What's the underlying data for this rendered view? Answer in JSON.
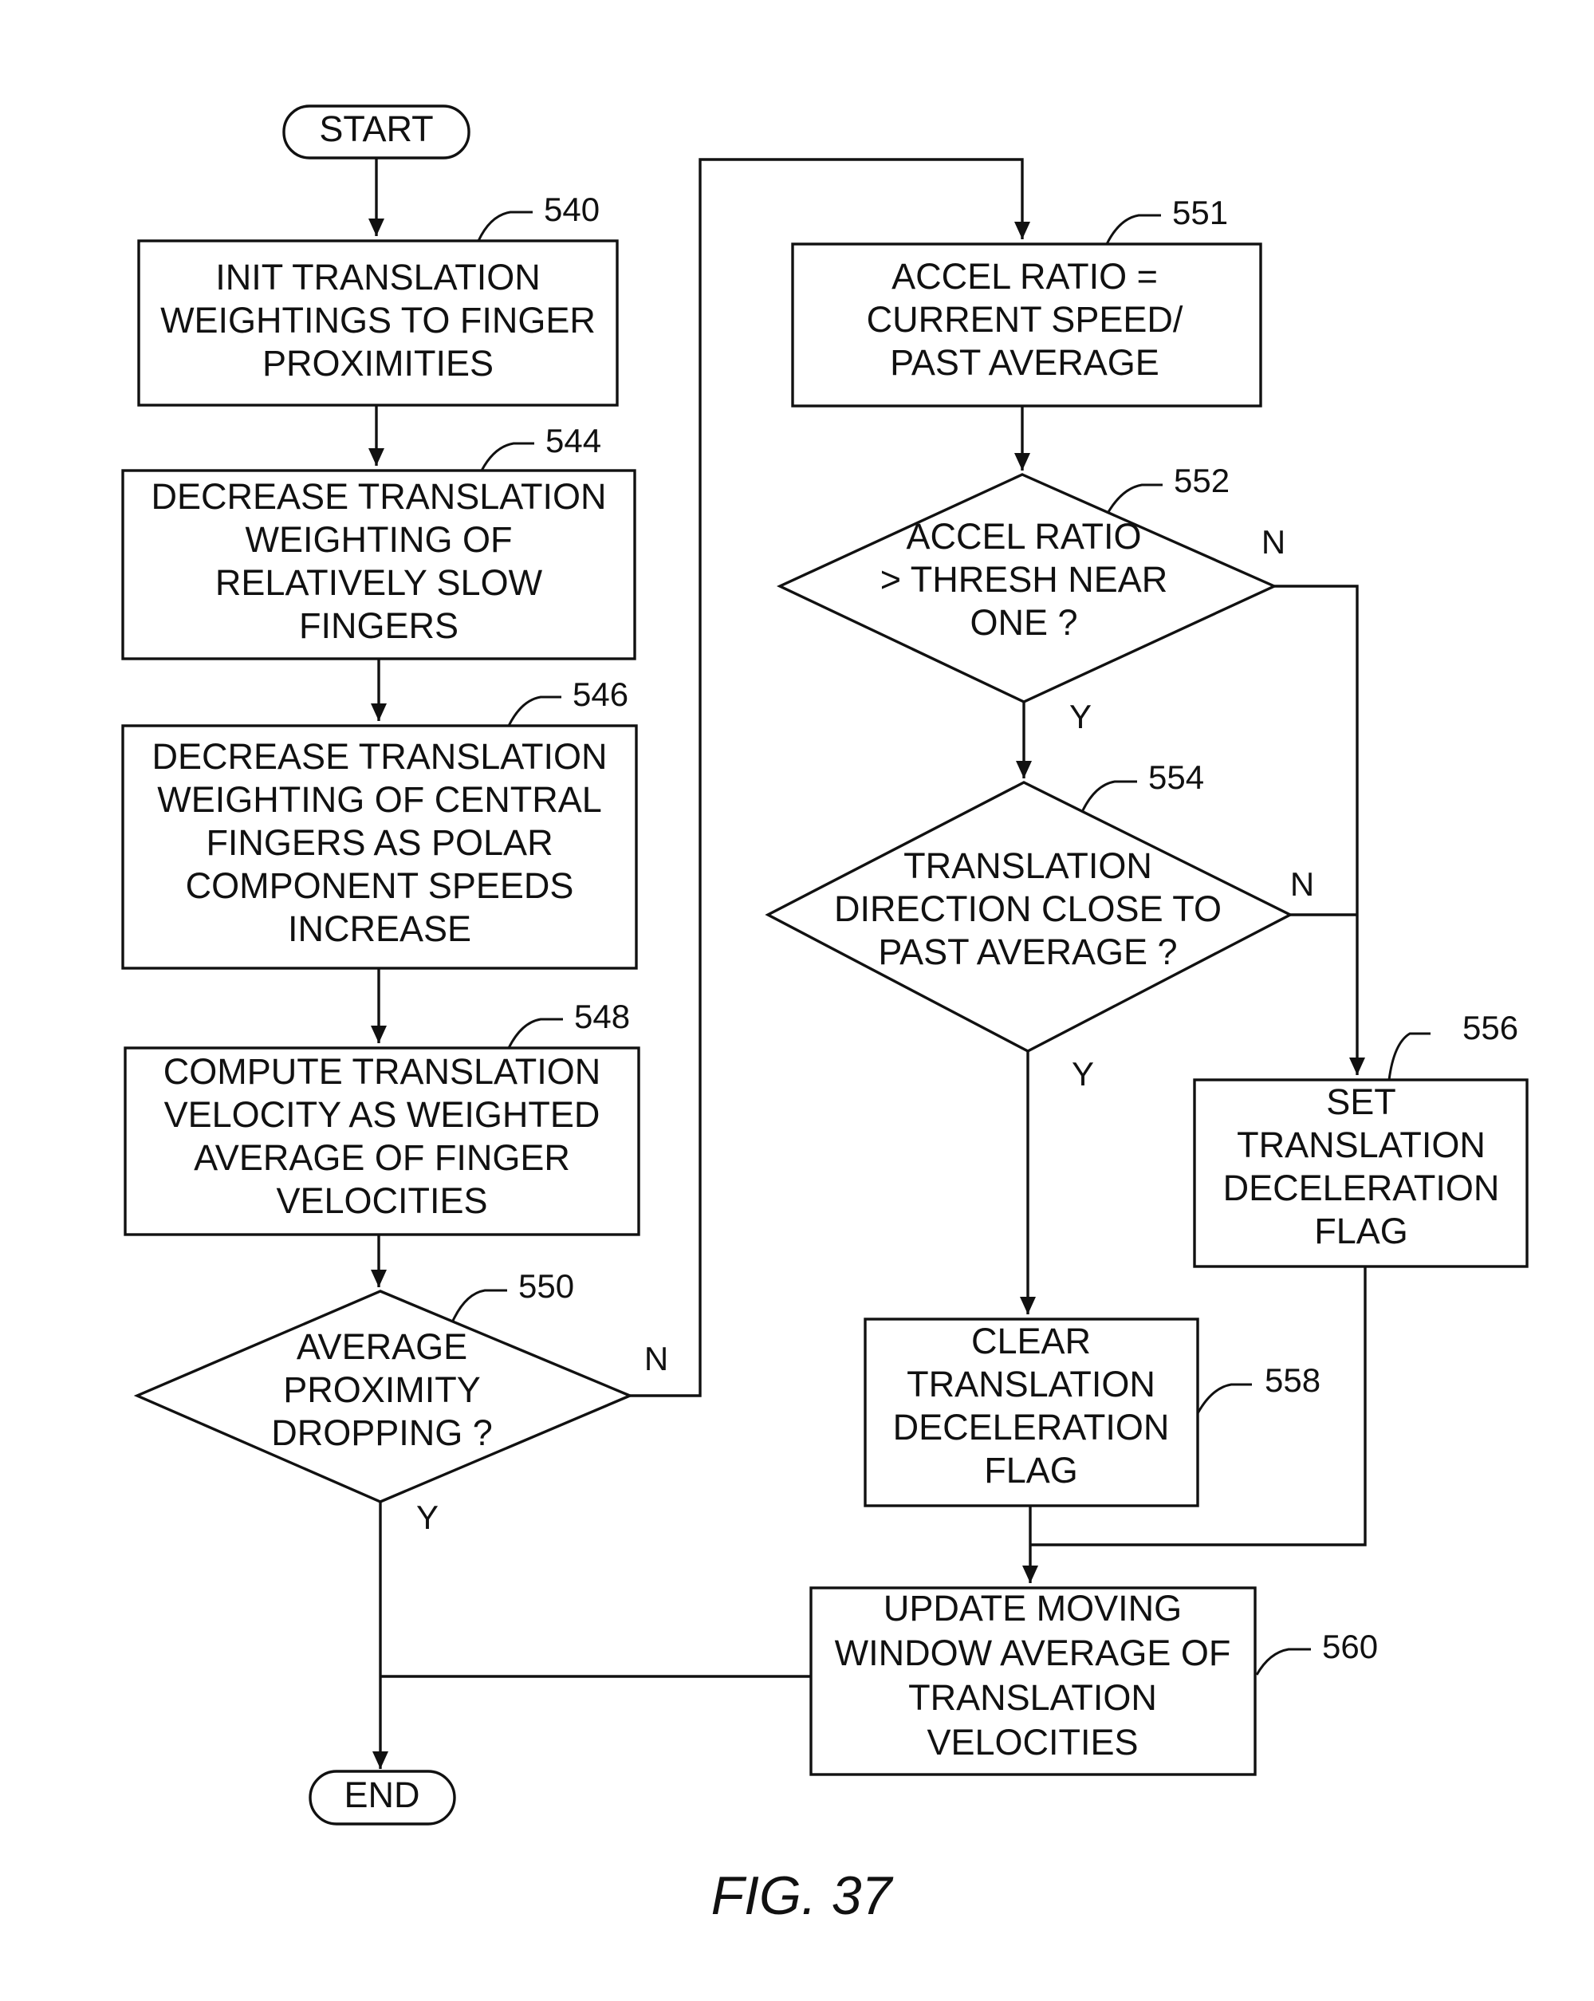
{
  "figure": {
    "caption": "FIG. 37"
  },
  "start": "START",
  "end": "END",
  "steps": {
    "s540": {
      "ref": "540",
      "lines": [
        "INIT TRANSLATION",
        "WEIGHTINGS TO FINGER",
        "PROXIMITIES"
      ]
    },
    "s544": {
      "ref": "544",
      "lines": [
        "DECREASE TRANSLATION",
        "WEIGHTING OF",
        "RELATIVELY SLOW",
        "FINGERS"
      ]
    },
    "s546": {
      "ref": "546",
      "lines": [
        "DECREASE TRANSLATION",
        "WEIGHTING OF CENTRAL",
        "FINGERS AS POLAR",
        "COMPONENT SPEEDS",
        "INCREASE"
      ]
    },
    "s548": {
      "ref": "548",
      "lines": [
        "COMPUTE TRANSLATION",
        "VELOCITY AS WEIGHTED",
        "AVERAGE OF FINGER",
        "VELOCITIES"
      ]
    },
    "s550": {
      "ref": "550",
      "lines": [
        "AVERAGE",
        "PROXIMITY",
        "DROPPING ?"
      ],
      "yes": "Y",
      "no": "N"
    },
    "s551": {
      "ref": "551",
      "lines": [
        "ACCEL RATIO =",
        "CURRENT SPEED/",
        "PAST AVERAGE"
      ]
    },
    "s552": {
      "ref": "552",
      "lines": [
        "ACCEL RATIO",
        "> THRESH NEAR",
        "ONE ?"
      ],
      "yes": "Y",
      "no": "N"
    },
    "s554": {
      "ref": "554",
      "lines": [
        "TRANSLATION",
        "DIRECTION CLOSE TO",
        "PAST AVERAGE ?"
      ],
      "yes": "Y",
      "no": "N"
    },
    "s556": {
      "ref": "556",
      "lines": [
        "SET",
        "TRANSLATION",
        "DECELERATION",
        "FLAG"
      ]
    },
    "s558": {
      "ref": "558",
      "lines": [
        "CLEAR",
        "TRANSLATION",
        "DECELERATION",
        "FLAG"
      ]
    },
    "s560": {
      "ref": "560",
      "lines": [
        "UPDATE MOVING",
        "WINDOW AVERAGE OF",
        "TRANSLATION",
        "VELOCITIES"
      ]
    }
  }
}
